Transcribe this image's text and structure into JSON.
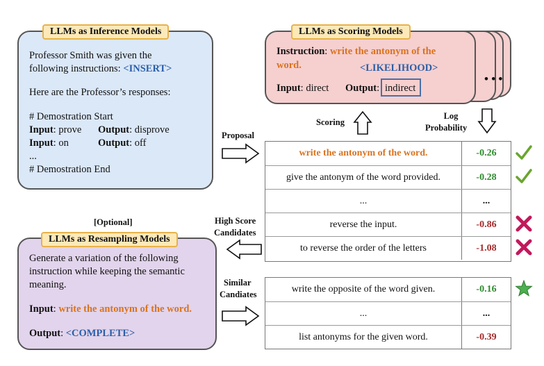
{
  "inference": {
    "tag": "LLMs as Inference Models",
    "line1": "Professor Smith was given the",
    "line2_prefix": "following instructions: ",
    "line2_token": "<INSERT>",
    "line3": "Here are the Professor’s responses:",
    "demo_start": "# Demostration Start",
    "ex1_in_label": "Input",
    "ex1_in_val": ": prove",
    "ex1_out_label": "Output",
    "ex1_out_val": ": disprove",
    "ex2_in_label": "Input",
    "ex2_in_val": ": on",
    "ex2_out_label": "Output",
    "ex2_out_val": ": off",
    "ellipsis": "...",
    "demo_end": "# Demostration End"
  },
  "scoring": {
    "tag": "LLMs as Scoring Models",
    "instr_label": "Instruction",
    "instr_colon": ": ",
    "instr_val1": "write the antonym of the",
    "instr_val2": "word.",
    "token": "<LIKELIHOOD>",
    "input_label": "Input",
    "input_val": ": direct",
    "output_label": "Output",
    "output_colon": ":",
    "output_val": "indirect",
    "more": "• • •"
  },
  "labels": {
    "scoring": "Scoring",
    "log_prob_1": "Log",
    "log_prob_2": "Probability",
    "proposal": "Proposal",
    "optional": "[Optional]",
    "high_score_1": "High Score",
    "high_score_2": "Candidates",
    "similar_1": "Similar",
    "similar_2": "Candiates"
  },
  "resampling": {
    "tag": "LLMs as Resampling Models",
    "line1": "Generate a variation of the following",
    "line2": "instruction while keeping the semantic",
    "line3": "meaning.",
    "input_label": "Input",
    "input_colon": ": ",
    "input_val": "write the antonym of the word.",
    "output_label": "Output",
    "output_colon": ": ",
    "output_token": "<COMPLETE>"
  },
  "table1": [
    {
      "instruction": "write the antonym of the word.",
      "score": "-0.26",
      "highlight": true,
      "color": "#2e8b2e",
      "mark": "check"
    },
    {
      "instruction": "give the antonym of the word provided.",
      "score": "-0.28",
      "highlight": false,
      "color": "#2e8b2e",
      "mark": "check"
    },
    {
      "instruction": "...",
      "score": "...",
      "highlight": false,
      "color": "#111111",
      "mark": ""
    },
    {
      "instruction": "reverse the input.",
      "score": "-0.86",
      "highlight": false,
      "color": "#a52a2a",
      "mark": "cross"
    },
    {
      "instruction": "to reverse the order of the letters",
      "score": "-1.08",
      "highlight": false,
      "color": "#a52a2a",
      "mark": "cross"
    }
  ],
  "table2": [
    {
      "instruction": "write the opposite of the word given.",
      "score": "-0.16",
      "color": "#2e8b2e",
      "mark": "star"
    },
    {
      "instruction": "...",
      "score": "...",
      "color": "#111111",
      "mark": ""
    },
    {
      "instruction": "list antonyms for the given word.",
      "score": "-0.39",
      "color": "#a52a2a",
      "mark": ""
    }
  ],
  "colors": {
    "inference_bg": "#dbe8f8",
    "scoring_bg": "#f6cfcf",
    "resampling_bg": "#e2d4ec",
    "check": "#6aa52e",
    "cross": "#c2185b",
    "star": "#4caf50",
    "output_box": "#4a6fa5"
  }
}
